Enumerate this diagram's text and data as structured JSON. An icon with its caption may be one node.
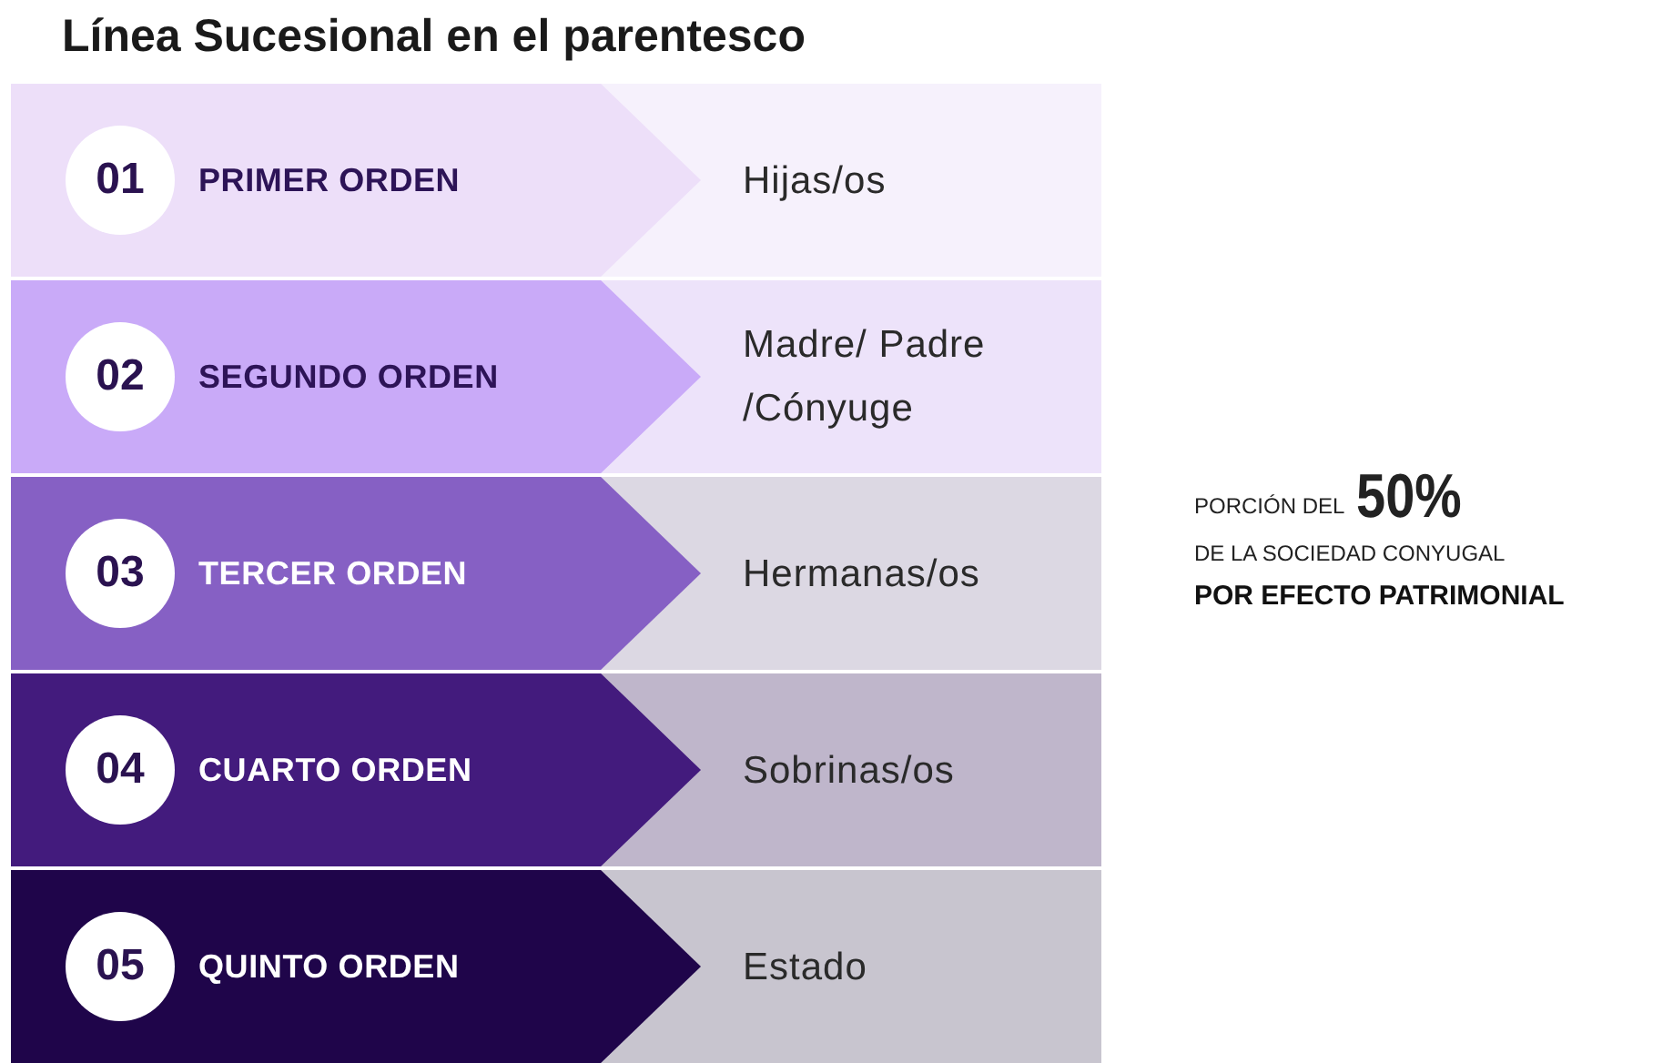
{
  "diagram": {
    "title": "Línea Sucesional en el parentesco",
    "nodes": [
      {
        "text": [
          "PRIMER ORDEN"
        ]
      },
      {
        "text": [
          "01"
        ],
        "in": 0
      },
      {
        "text": [
          "Hijas/os"
        ]
      },
      {
        "text": [
          "SEGUNDO ORDEN"
        ]
      },
      {
        "text": [
          "02"
        ],
        "in": 3
      },
      {
        "text": [
          "Madre/ Padre /Cónyuge"
        ]
      },
      {
        "text": [
          "TERCER ORDEN"
        ]
      },
      {
        "text": [
          "03"
        ],
        "in": 6
      },
      {
        "text": [
          "Hermanas/os"
        ]
      },
      {
        "text": [
          "CUARTO ORDEN"
        ]
      },
      {
        "text": [
          "04"
        ],
        "in": 9
      },
      {
        "text": [
          "Sobrinas/os"
        ]
      },
      {
        "text": [
          "QUINTO ORDEN"
        ]
      },
      {
        "text": [
          "05"
        ],
        "in": 12
      },
      {
        "text": [
          "Estado"
        ]
      }
    ],
    "labels": [
      "PORCIÓN DEL",
      "50%",
      "DE LA SOCIEDAD CONYUGAL",
      "POR EFECTO PATRIMONIAL"
    ]
  }
}
